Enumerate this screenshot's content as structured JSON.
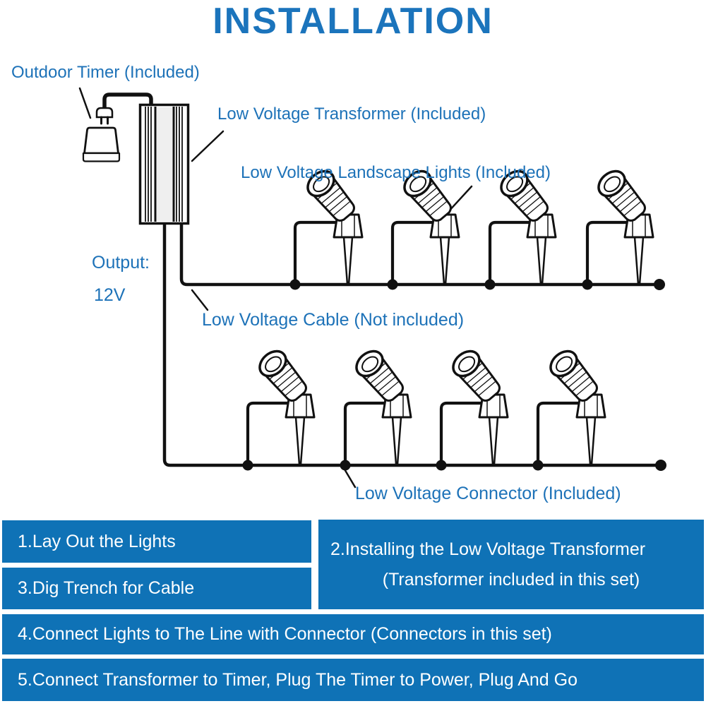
{
  "title": "INSTALLATION",
  "colors": {
    "accent_blue": "#1b74bc",
    "label_blue": "#1d72b8",
    "step_box_blue": "#0f72b6",
    "line_black": "#111111"
  },
  "diagram": {
    "labels": {
      "outdoor_timer": "Outdoor Timer (Included)",
      "transformer": "Low Voltage Transformer (Included)",
      "landscape_lights": "Low Voltage Landscape Lights (Included)",
      "cable": "Low Voltage Cable (Not included)",
      "connector": "Low Voltage Connector (Included)"
    },
    "output": {
      "line1": "Output:",
      "line2": "12V"
    },
    "rows": 2,
    "lights_per_row": 4
  },
  "steps": {
    "step1": "1.Lay Out the Lights",
    "step2_line1": "2.Installing the Low Voltage Transformer",
    "step2_line2": "(Transformer included in this set)",
    "step3": "3.Dig Trench for Cable",
    "step4": "4.Connect Lights to The Line with Connector (Connectors in this set)",
    "step5": "5.Connect Transformer to Timer, Plug The Timer to Power, Plug And Go"
  }
}
